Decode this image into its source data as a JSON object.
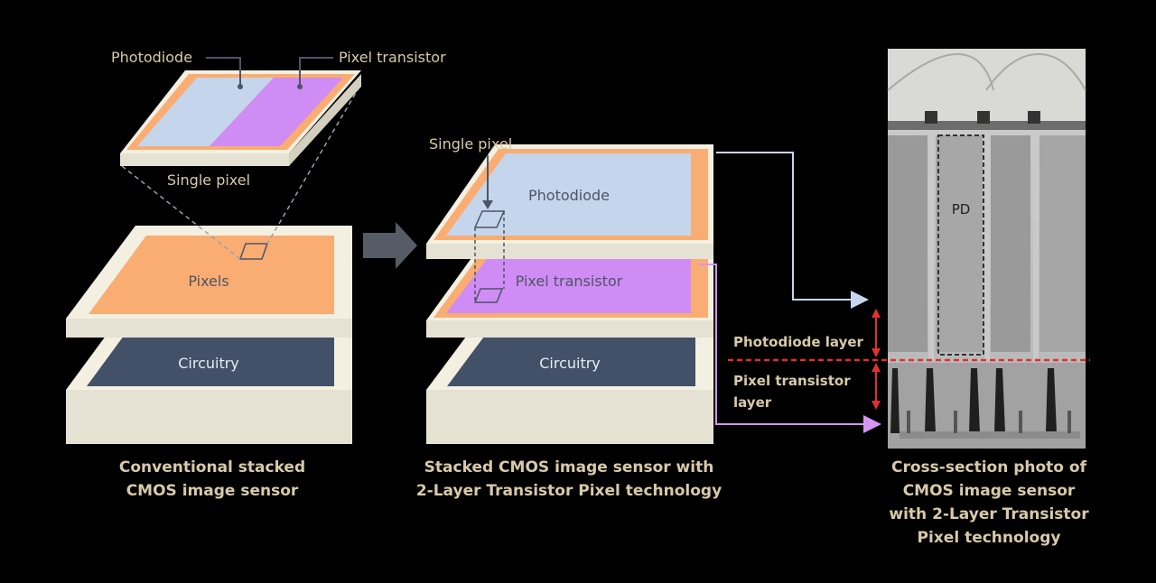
{
  "colors": {
    "background": "#000000",
    "frame_top": "#f3f0e2",
    "frame_side": "#d4d0bf",
    "photodiode": "#c4d5ec",
    "pixel_transistor": "#cf8cf4",
    "pixels_orange": "#f9ad72",
    "circuitry": "#425167",
    "label_tan": "#d8caa8",
    "label_dark": "#4e5566",
    "arrow_gray": "#555c66",
    "arrow_blue": "#c6d6ee",
    "arrow_purple": "#d595f2",
    "marker_red": "#e03030"
  },
  "left": {
    "photodiode_label": "Photodiode",
    "pixel_transistor_label": "Pixel transistor",
    "single_pixel_label": "Single pixel",
    "pixels_label": "Pixels",
    "circuitry_label": "Circuitry",
    "caption_line1": "Conventional stacked",
    "caption_line2": "CMOS image sensor"
  },
  "middle": {
    "single_pixel_label": "Single pixel",
    "photodiode_label": "Photodiode",
    "pixel_transistor_label": "Pixel transistor",
    "circuitry_label": "Circuitry",
    "caption_line1": "Stacked CMOS image sensor with",
    "caption_line2": "2-Layer Transistor Pixel technology"
  },
  "right": {
    "pd_label": "PD",
    "photodiode_layer_label": "Photodiode layer",
    "pixel_transistor_layer_line1": "Pixel transistor",
    "pixel_transistor_layer_line2": "layer",
    "caption_line1": "Cross-section photo of",
    "caption_line2": "CMOS image sensor",
    "caption_line3": "with 2-Layer Transistor",
    "caption_line4": "Pixel technology"
  }
}
